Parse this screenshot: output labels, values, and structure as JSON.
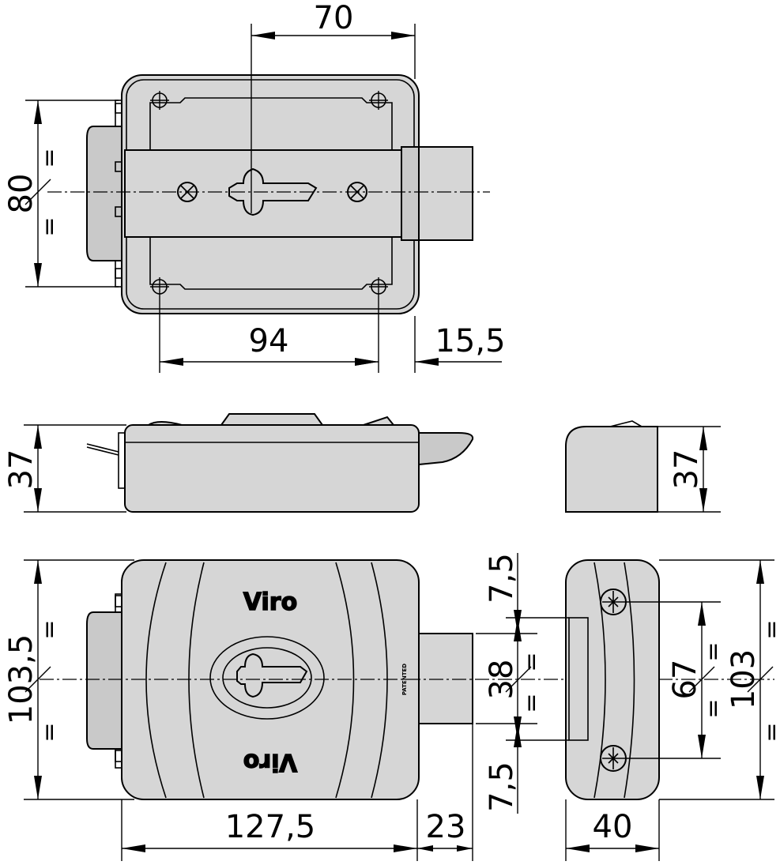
{
  "dimensions": {
    "top_width_70": "70",
    "top_height_80": "80",
    "top_holes_94": "94",
    "top_bolt_15_5": "15,5",
    "side_height_37": "37",
    "end_height_37": "37",
    "front_height_103_5": "103,5",
    "front_width_127_5": "127,5",
    "front_bolt_23": "23",
    "end_top_7_5": "7,5",
    "end_slot_38": "38",
    "end_bottom_7_5": "7,5",
    "end_screws_67": "67",
    "end_height_103": "103",
    "end_width_40": "40",
    "equal_mark": "="
  },
  "labels": {
    "brand_top": "Viro",
    "brand_bottom": "Viro",
    "patented": "PATENTED"
  }
}
